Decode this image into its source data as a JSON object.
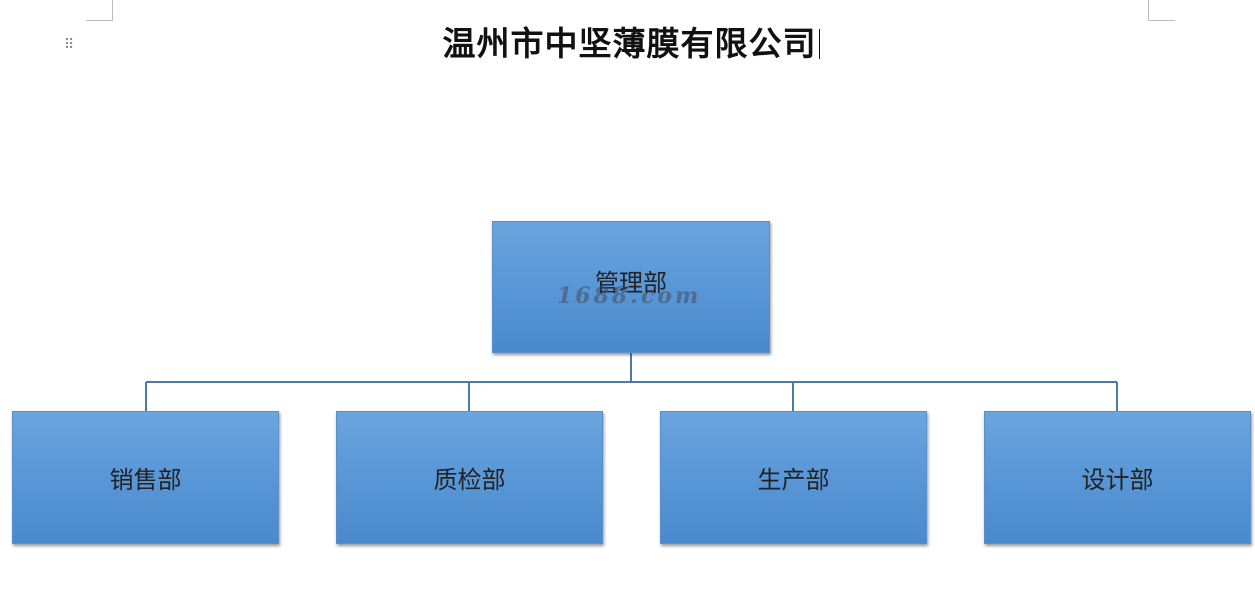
{
  "document": {
    "title": "温州市中坚薄膜有限公司"
  },
  "org_chart": {
    "root": {
      "label": "管理部"
    },
    "children": [
      {
        "label": "销售部"
      },
      {
        "label": "质检部"
      },
      {
        "label": "生产部"
      },
      {
        "label": "设计部"
      }
    ]
  },
  "watermark": {
    "text": "1688.com"
  },
  "colors": {
    "box_top": "#6ca5dd",
    "box_bottom": "#4a89cc",
    "connector": "#4a7ba7"
  }
}
